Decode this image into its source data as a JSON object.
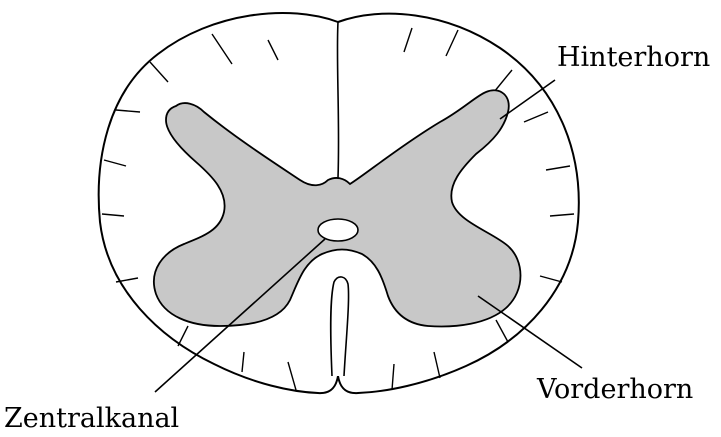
{
  "labels": {
    "hinterhorn": "Hinterhorn",
    "vorderhorn": "Vorderhorn",
    "zentralkanal": "Zentralkanal"
  },
  "colors": {
    "white_matter": "#ffffff",
    "grey_matter": "#c8c8c8",
    "outline": "#000000"
  }
}
